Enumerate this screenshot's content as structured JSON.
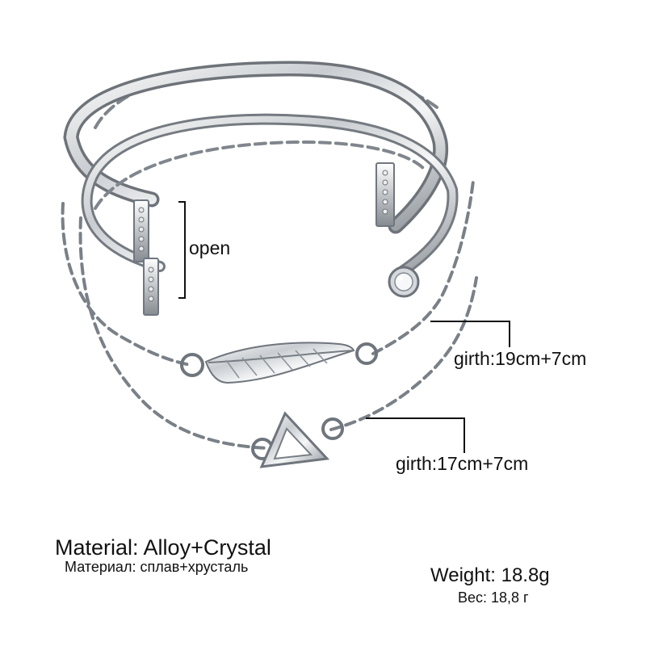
{
  "labels": {
    "open": "open",
    "girth_large": "girth:19cm+7cm",
    "girth_small": "girth:17cm+7cm",
    "material_en": "Material: Alloy+Crystal",
    "material_ru": "Материал: сплав+хрусталь",
    "weight_en": "Weight: 18.8g",
    "weight_ru": "Вес: 18,8 г"
  },
  "colors": {
    "metal_dark": "#6f7378",
    "metal_mid": "#b8bcc1",
    "metal_light": "#f3f4f5",
    "line": "#111111",
    "text": "#111111"
  }
}
